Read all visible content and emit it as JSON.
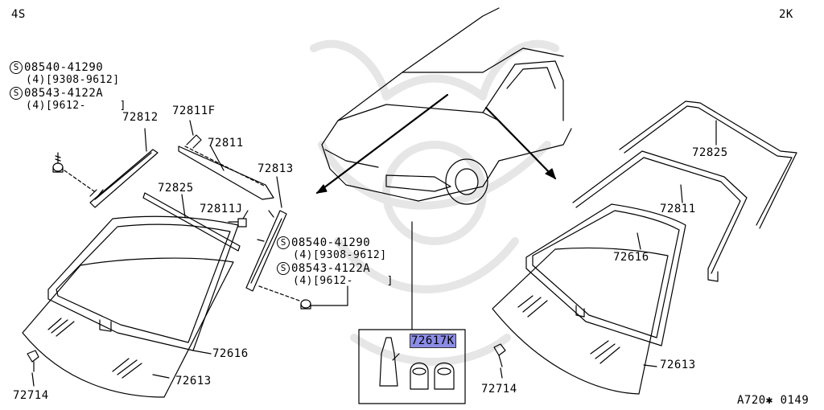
{
  "corner_labels": {
    "top_left": "4S",
    "top_right": "2K",
    "bottom_right": "A720✱ 0149"
  },
  "left_bolt": {
    "symbol": "S",
    "line1": "08540-41290",
    "line2": "(4)[9308-9612]",
    "line3": "08543-4122A",
    "line4": "(4)[9612-     ]"
  },
  "mid_bolt": {
    "symbol": "S",
    "line1": "08540-41290",
    "line2": "(4)[9308-9612]",
    "line3": "08543-4122A",
    "line4": "(4)[9612-     ]"
  },
  "parts": {
    "p72812": "72812",
    "p72811F": "72811F",
    "p72811": "72811",
    "p72813": "72813",
    "p72825": "72825",
    "p72811J": "72811J",
    "p72616": "72616",
    "p72613": "72613",
    "p72714": "72714",
    "p72617K": "72617K",
    "r72825": "72825",
    "r72811": "72811",
    "r72616": "72616",
    "r72613": "72613",
    "r72714": "72714"
  },
  "highlight_color": "#8c8ce6"
}
